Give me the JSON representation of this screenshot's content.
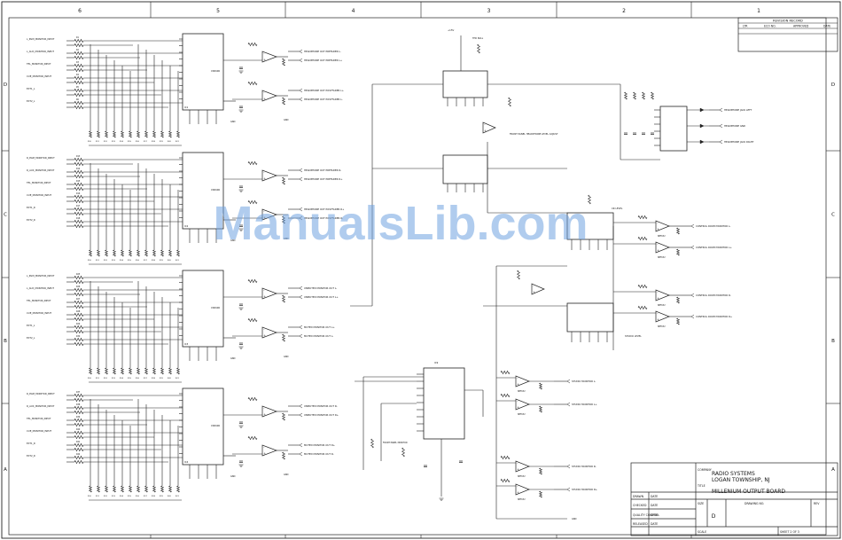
{
  "border": {
    "columns": [
      "6",
      "5",
      "4",
      "3",
      "2",
      "1"
    ],
    "rows": [
      "D",
      "C",
      "B",
      "A"
    ]
  },
  "revision_block": {
    "title": "REVISION RECORD",
    "headers": [
      "LTR",
      "ECO NO.",
      "APPROVED",
      "DATE"
    ]
  },
  "blocks": [
    {
      "ic": "IC1",
      "inputs": [
        "L_PGM_MONITOR_INPUT",
        "L_AUX_MONITOR_INPUT",
        "TEL_MONITOR_INPUT",
        "CUE_MONITOR_INPUT",
        "EXT1_L",
        "EXT2_L"
      ],
      "outputs": [
        "HEADPHONE OUT PREFADER L-",
        "HEADPHONE OUT PREFADER L+",
        "HEADPHONE OUT POSTFADER L+",
        "HEADPHONE OUT POSTFADER L-"
      ]
    },
    {
      "ic": "IC2",
      "inputs": [
        "R_PGM_MONITOR_INPUT",
        "R_AUX_MONITOR_INPUT",
        "TEL_MONITOR_INPUT",
        "CUE_MONITOR_INPUT",
        "EXT1_R",
        "EXT2_R"
      ],
      "outputs": [
        "HEADPHONE OUT PREFADER R-",
        "HEADPHONE OUT PREFADER R+",
        "HEADPHONE OUT POSTFADER R+",
        "HEADPHONE OUT POSTFADER R-"
      ]
    },
    {
      "ic": "IC3",
      "inputs": [
        "L_PGM_MONITOR_INPUT",
        "L_AUX_MONITOR_INPUT",
        "TEL_MONITOR_INPUT",
        "CUE_MONITOR_INPUT",
        "EXT1_L",
        "EXT2_L"
      ],
      "outputs": [
        "UNMUTED MONITOR OUT L-",
        "UNMUTED MONITOR OUT L+",
        "MUTED MONITOR OUT L+",
        "MUTED MONITOR OUT L-"
      ]
    },
    {
      "ic": "IC4",
      "inputs": [
        "R_PGM_MONITOR_INPUT",
        "R_AUX_MONITOR_INPUT",
        "TEL_MONITOR_INPUT",
        "CUE_MONITOR_INPUT",
        "EXT1_R",
        "EXT2_R"
      ],
      "outputs": [
        "UNMUTED MONITOR OUT R-",
        "UNMUTED MONITOR OUT R+",
        "MUTED MONITOR OUT R+",
        "MUTED MONITOR OUT R-"
      ]
    }
  ],
  "right_outputs": {
    "headphone": [
      "HEADPHONE JACK LEFT",
      "HEADPHONE GND",
      "HEADPHONE JACK RIGHT"
    ],
    "control_room": [
      "CONTROL ROOM MONITOR L-",
      "CONTROL ROOM MONITOR L+",
      "CONTROL ROOM MONITOR R-",
      "CONTROL ROOM MONITOR R+"
    ],
    "studio": [
      "STUDIO MONITOR L-",
      "STUDIO MONITOR L+",
      "STUDIO MONITOR R-",
      "STUDIO MONITOR R+"
    ]
  },
  "center_labels": {
    "front_panel": "FRONT PANEL HEADPHONE LEVEL ADJUST",
    "cr_level": "CR LEVEL",
    "studio_level": "STUDIO LEVEL"
  },
  "watermark": "ManualsLib.com",
  "title_block": {
    "company_label": "COMPANY",
    "company": "RADIO SYSTEMS",
    "city": "LOGAN TOWNSHIP, NJ",
    "title_label": "TITLE",
    "title": "MILLENIUM OUTPUT BOARD",
    "drawn": "DRAWN",
    "checked": "CHECKED",
    "quality": "QUALITY CONTROL",
    "released": "RELEASED",
    "date": "DATE",
    "size_label": "SIZE",
    "size": "D",
    "drawing_no": "DRAWING NO.",
    "rev": "REV",
    "scale": "SCALE",
    "sheet": "SHEET 2 OF 3"
  },
  "colors": {
    "line": "#222222",
    "watermark": "#6fa3e0",
    "paper": "#ffffff"
  }
}
